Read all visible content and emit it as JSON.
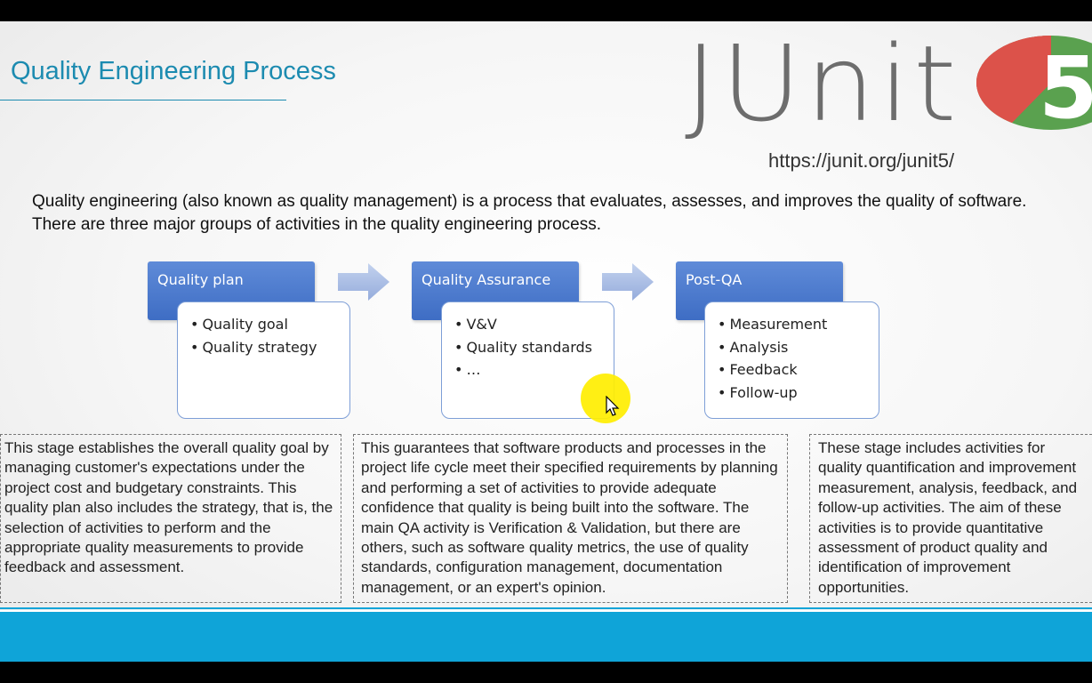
{
  "slide": {
    "title": "Quality Engineering Process",
    "logo": {
      "text": "JUnit",
      "number": "5",
      "colors": {
        "red": "#dc524a",
        "green": "#5aa14f",
        "gray": "#6d6d6d"
      }
    },
    "url": "https://junit.org/junit5/",
    "intro": "Quality engineering (also known as quality management) is a process that evaluates, assesses, and improves the quality of software. There are three major groups of activities in the quality engineering process."
  },
  "stages": [
    {
      "title": "Quality plan",
      "items": [
        "Quality goal",
        "Quality strategy"
      ]
    },
    {
      "title": "Quality Assurance",
      "items": [
        "V&V",
        "Quality standards",
        "…"
      ]
    },
    {
      "title": "Post-QA",
      "items": [
        "Measurement",
        "Analysis",
        "Feedback",
        "Follow-up"
      ]
    }
  ],
  "descriptions": [
    "This stage establishes the overall quality goal by managing customer's expectations under the project cost and budgetary constraints. This quality plan also includes the strategy, that is, the selection of activities to perform and the appropriate quality measurements to provide feedback and assessment.",
    "This guarantees that software products and processes in the project life cycle meet their specified requirements by planning and performing a set of activities to provide adequate confidence that quality is being built into the software. The main QA activity is Verification & Validation, but there are others, such as software quality metrics, the use of quality standards, configuration management, documentation management, or an expert's opinion.",
    "These stage includes activities for quality quantification and improvement measurement, analysis, feedback, and follow-up activities. The aim of these activities is to provide quantitative assessment of product quality and identification of improvement opportunities."
  ],
  "colors": {
    "title": "#1c8bb0",
    "stage_header": "#4a78cc",
    "arrow": "#a9bde4",
    "bottom_bar": "#0fa4d8",
    "cursor_highlight": "#ffee00"
  }
}
